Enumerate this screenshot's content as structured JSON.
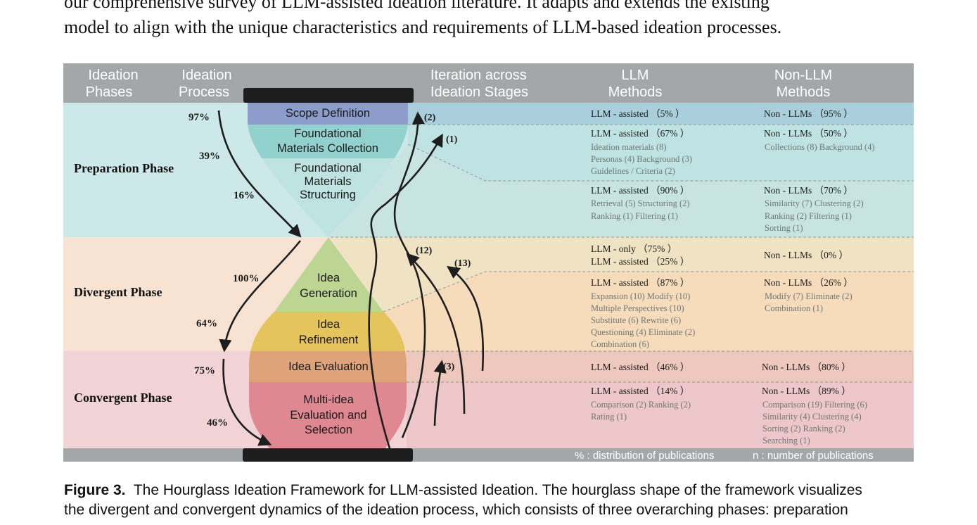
{
  "intro": {
    "line1": "our comprehensive survey of LLM-assisted ideation literature. It adapts and extends the existing",
    "line2": "model to align with the unique characteristics and requirements of LLM-based ideation processes."
  },
  "diagram": {
    "header": {
      "col1": [
        "Ideation",
        "Phases"
      ],
      "col2": [
        "Ideation",
        "Process"
      ],
      "col3": [
        "Iteration across",
        "Ideation Stages"
      ],
      "col4": [
        "LLM",
        "Methods"
      ],
      "col5": [
        "Non-LLM",
        "Methods"
      ]
    },
    "phases": {
      "preparation": "Preparation Phase",
      "divergent": "Divergent Phase",
      "convergent": "Convergent Phase"
    },
    "stages": {
      "scope": "Scope Definition",
      "foundational_collection": [
        "Foundational",
        "Materials Collection"
      ],
      "foundational_structuring": [
        "Foundational",
        "Materials",
        "Structuring"
      ],
      "idea_generation": [
        "Idea",
        "Generation"
      ],
      "idea_refinement": [
        "Idea",
        "Refinement"
      ],
      "idea_evaluation": "Idea Evaluation",
      "multi_idea": [
        "Multi-idea",
        "Evaluation and",
        "Selection"
      ]
    },
    "percentages": {
      "p97": "97%",
      "p39": "39%",
      "p16": "16%",
      "p100": "100%",
      "p64": "64%",
      "p75": "75%",
      "p46": "46%"
    },
    "iterations": {
      "i2": "(2)",
      "i1": "(1)",
      "i12": "(12)",
      "i13": "(13)",
      "i3": "(3)"
    },
    "llm": {
      "scope": {
        "head": "LLM - assisted （5% ）",
        "details": []
      },
      "collection": {
        "head": "LLM - assisted （67% ）",
        "details": [
          "Ideation materials (8)",
          "Personas (4)   Background (3)",
          "Guidelines / Criteria (2)"
        ]
      },
      "structuring": {
        "head": "LLM - assisted （90% ）",
        "details": [
          "Retrieval (5)   Structuring (2)",
          "Ranking (1)   Filtering (1)"
        ]
      },
      "generation": {
        "head": [
          "LLM - only （75% ）",
          "LLM - assisted （25% ）"
        ],
        "details": []
      },
      "refinement": {
        "head": "LLM - assisted （87% ）",
        "details": [
          "Expansion (10)   Modify (10)",
          "Multiple  Perspectives (10)",
          "Substitute (6)   Rewrite (6)",
          "Questioning (4)   Eliminate (2)",
          "Combination (6)"
        ]
      },
      "evaluation": {
        "head": "LLM - assisted （46% ）",
        "details": []
      },
      "selection": {
        "head": "LLM - assisted （14% ）",
        "details": [
          "Comparison (2)   Ranking (2)",
          "Rating (1)"
        ]
      }
    },
    "nonllm": {
      "scope": {
        "head": "Non - LLMs （95% ）",
        "details": []
      },
      "collection": {
        "head": "Non - LLMs （50% ）",
        "details": [
          "Collections (8)   Background (4)"
        ]
      },
      "structuring": {
        "head": "Non - LLMs （70% ）",
        "details": [
          "Similarity (7)   Clustering (2)",
          "Ranking (2)   Filtering (1)",
          "Sorting (1)"
        ]
      },
      "generation": {
        "head": "Non - LLMs （0% ）",
        "details": []
      },
      "refinement": {
        "head": "Non - LLMs （26% ）",
        "details": [
          "Modify (7)   Eliminate (2)",
          "Combination (1)"
        ]
      },
      "evaluation": {
        "head": "Non - LLMs （80% ）",
        "details": []
      },
      "selection": {
        "head": "Non - LLMs （89% ）",
        "details": [
          "Comparison (19)   Filtering (6)",
          "Similarity (4)   Clustering (4)",
          "Sorting (2)   Ranking (2)",
          "Searching (1)"
        ]
      }
    },
    "footer": {
      "legend_pct": "% : distribution of publications",
      "legend_n": "n : number of publications"
    },
    "colors": {
      "header": "#a4a7a7",
      "prep": "#cde8e8",
      "divergent": "#f8e3d2",
      "convergent": "#f3d4d6",
      "scope": "#8c9dcb",
      "collection": "#93d1cf",
      "structuring": "#bfe3e1",
      "generation": "#bcd593",
      "refinement": "#e6c45d",
      "evaluation": "#dfa37a",
      "selection": "#df8891"
    }
  },
  "caption": {
    "label": "Figure 3.",
    "text1": "The Hourglass Ideation Framework for LLM-assisted Ideation.  The hourglass shape of the framework visualizes",
    "text2": "the divergent and convergent dynamics of the ideation process, which consists of three overarching phases: preparation"
  }
}
